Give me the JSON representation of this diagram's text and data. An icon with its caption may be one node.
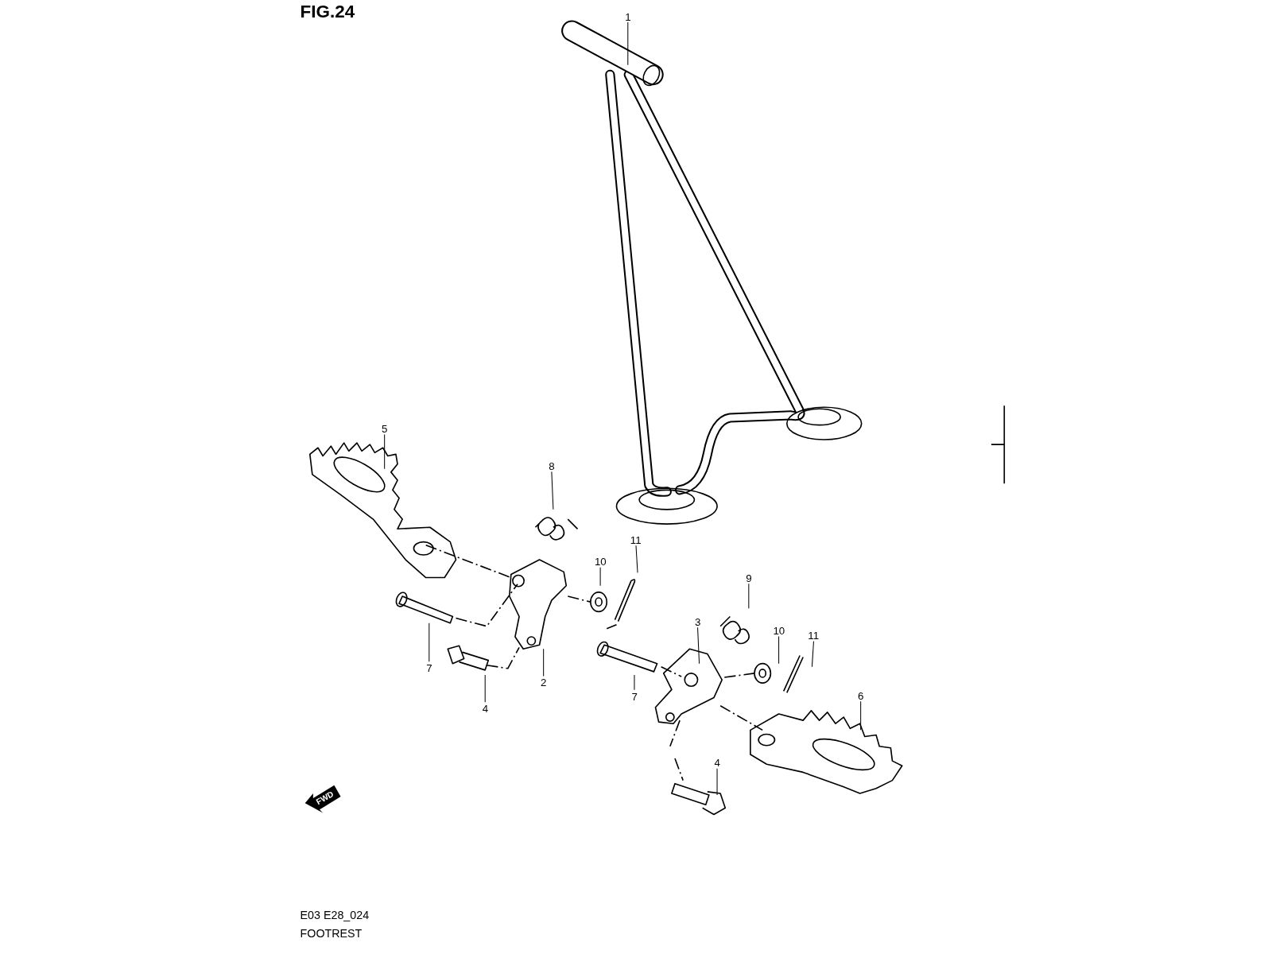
{
  "diagram": {
    "nodes": [
      {
        "text": [
          "1"
        ]
      },
      {
        "text": [
          "5"
        ]
      },
      {
        "text": [
          "8"
        ]
      },
      {
        "text": [
          "11"
        ]
      },
      {
        "text": [
          "10"
        ]
      },
      {
        "text": [
          "9"
        ]
      },
      {
        "text": [
          "11"
        ]
      },
      {
        "text": [
          "10"
        ]
      },
      {
        "text": [
          "3"
        ]
      },
      {
        "text": [
          "7"
        ]
      },
      {
        "text": [
          "2"
        ]
      },
      {
        "text": [
          "4"
        ]
      },
      {
        "text": [
          "7"
        ]
      },
      {
        "text": [
          "6"
        ]
      },
      {
        "text": [
          "4"
        ]
      }
    ],
    "edges": [
      {
        "from": 0,
        "to": null,
        "arrow": "none"
      },
      {
        "from": 1,
        "to": null,
        "arrow": "none"
      },
      {
        "from": 2,
        "to": null,
        "arrow": "none"
      },
      {
        "from": 3,
        "to": null,
        "arrow": "none"
      },
      {
        "from": 4,
        "to": null,
        "arrow": "none"
      },
      {
        "from": 5,
        "to": null,
        "arrow": "none"
      },
      {
        "from": 6,
        "to": null,
        "arrow": "none"
      },
      {
        "from": 7,
        "to": null,
        "arrow": "none"
      },
      {
        "from": 8,
        "to": null,
        "arrow": "none"
      },
      {
        "from": 9,
        "to": null,
        "arrow": "none"
      },
      {
        "from": 10,
        "to": null,
        "arrow": "none"
      },
      {
        "from": 11,
        "to": null,
        "arrow": "none"
      },
      {
        "from": 12,
        "to": null,
        "arrow": "none"
      },
      {
        "from": 13,
        "to": null,
        "arrow": "none"
      },
      {
        "from": 14,
        "to": null,
        "arrow": "none"
      }
    ],
    "labels": [
      "FIG.24",
      "FWD",
      "E03 E28_024",
      "FOOTREST"
    ]
  }
}
